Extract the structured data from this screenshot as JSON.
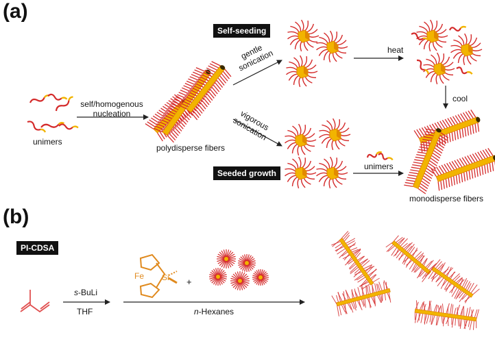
{
  "panel_a": {
    "letter": "(a)",
    "labels": {
      "unimers_left": "unimers",
      "nucleation_line1": "self/homogenous",
      "nucleation_line2": "nucleation",
      "polydisperse": "polydisperse fibers",
      "gentle_line1": "gentle",
      "gentle_line2": "sonication",
      "vigorous_line1": "vigorous",
      "vigorous_line2": "sonication",
      "heat": "heat",
      "cool": "cool",
      "unimers_right": "unimers",
      "monodisperse": "monodisperse fibers"
    },
    "badges": {
      "self_seeding": "Self-seeding",
      "seeded_growth": "Seeded growth"
    }
  },
  "panel_b": {
    "letter": "(b)",
    "badge": "PI-CDSA",
    "reagent_top_prefix": "s",
    "reagent_top_suffix": "-BuLi",
    "reagent_bottom": "THF",
    "plus": "+",
    "fe": "Fe",
    "si": "Si",
    "solvent_prefix": "n",
    "solvent_suffix": "-Hexanes"
  },
  "colors": {
    "corona_red": "#d42a2a",
    "core_yellow": "#f2b400",
    "core_orange": "#e28a00",
    "ferrocene_orange": "#e08a1e",
    "isoprene_red": "#e05050"
  }
}
